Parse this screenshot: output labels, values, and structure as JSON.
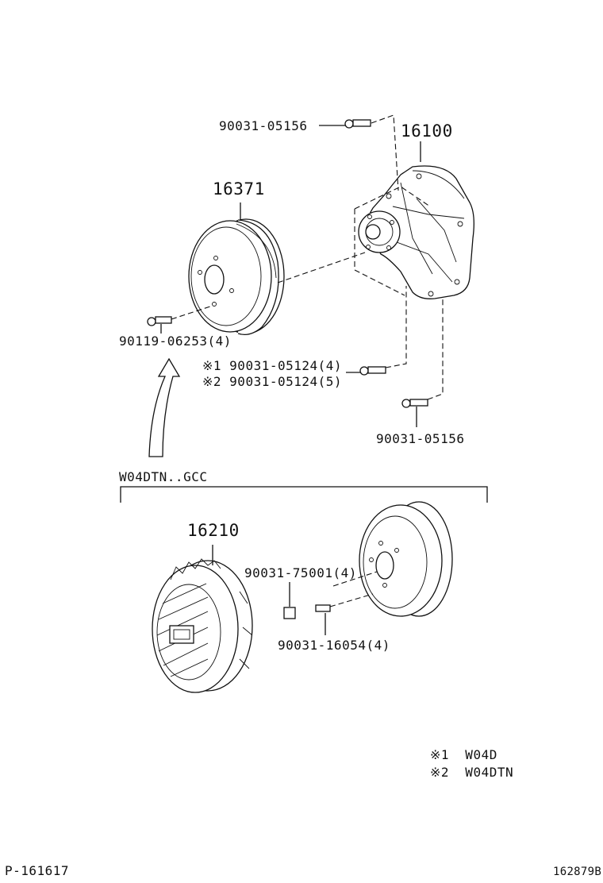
{
  "parts": {
    "p16100": "16100",
    "p16371": "16371",
    "p16210": "16210",
    "bolt_top": "90031-05156",
    "bolt_pulley": "90119-06253(4)",
    "bolt_note1": "※1 90031-05124(4)",
    "bolt_note2": "※2 90031-05124(5)",
    "bolt_bottom": "90031-05156",
    "nut": "90031-75001(4)",
    "stud": "90031-16054(4)"
  },
  "variant_label": "W04DTN..GCC",
  "notes": {
    "n1": "※1  W04D",
    "n2": "※2  W04DTN"
  },
  "footer": {
    "page_ref": "P-161617",
    "figure_id": "162879B"
  }
}
